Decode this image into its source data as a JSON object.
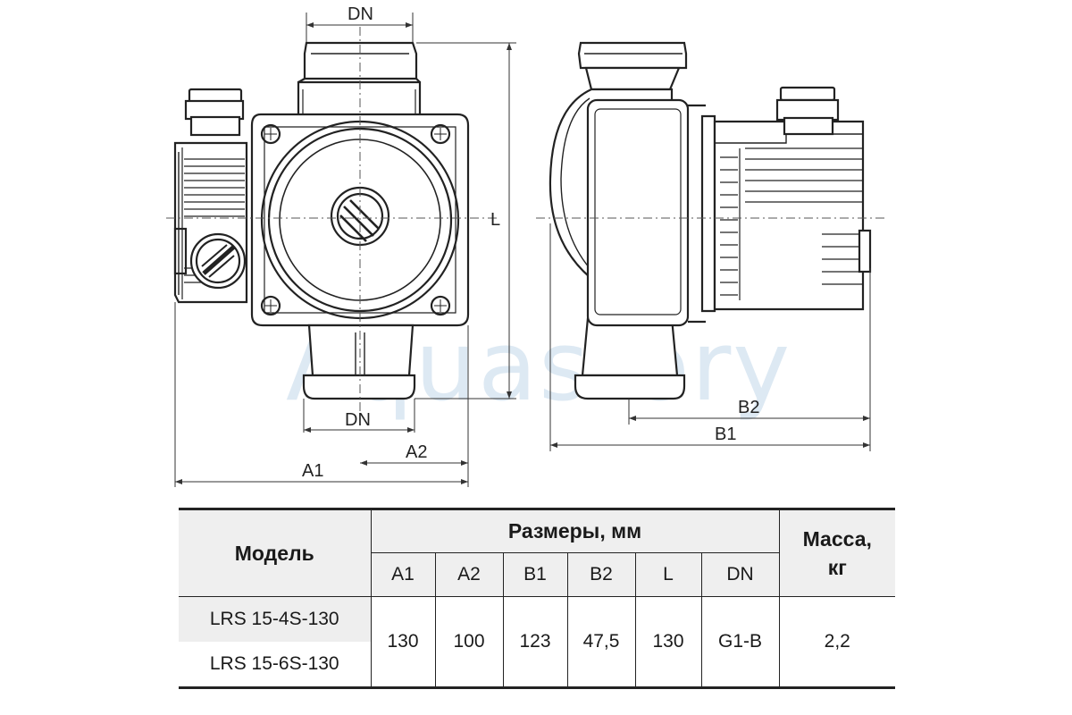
{
  "watermark": "Aquastory",
  "dimensions": {
    "dn_top": "DN",
    "dn_bottom": "DN",
    "a1": "A1",
    "a2": "A2",
    "b1": "B1",
    "b2": "B2",
    "l": "L"
  },
  "table": {
    "model_header": "Модель",
    "sizes_header": "Размеры, мм",
    "mass_header": "Масса, кг",
    "columns": [
      "A1",
      "A2",
      "B1",
      "B2",
      "L",
      "DN"
    ],
    "models": [
      "LRS 15-4S-130",
      "LRS 15-6S-130"
    ],
    "values": [
      "130",
      "100",
      "123",
      "47,5",
      "130",
      "G1-B"
    ],
    "mass": "2,2"
  }
}
